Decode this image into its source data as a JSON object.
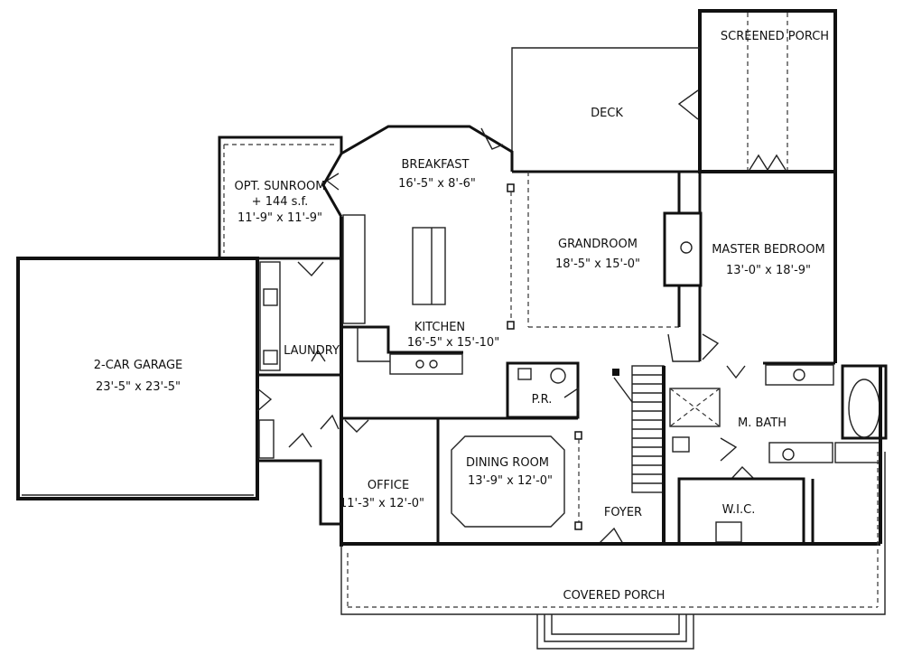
{
  "plan": {
    "rooms": {
      "screened_porch": {
        "name": "SCREENED PORCH"
      },
      "deck": {
        "name": "DECK"
      },
      "sunroom": {
        "name": "OPT. SUNROOM",
        "area": "+ 144 s.f.",
        "dims": "11'-9\" x 11'-9\""
      },
      "breakfast": {
        "name": "BREAKFAST",
        "dims": "16'-5\" x 8'-6\""
      },
      "grandroom": {
        "name": "GRANDROOM",
        "dims": "18'-5\" x 15'-0\""
      },
      "master_bedroom": {
        "name": "MASTER BEDROOM",
        "dims": "13'-0\" x 18'-9\""
      },
      "garage": {
        "name": "2-CAR GARAGE",
        "dims": "23'-5\" x 23'-5\""
      },
      "laundry": {
        "name": "LAUNDRY"
      },
      "kitchen": {
        "name": "KITCHEN",
        "dims": "16'-5\" x 15'-10\""
      },
      "powder_room": {
        "name": "P.R."
      },
      "master_bath": {
        "name": "M. BATH"
      },
      "dining_room": {
        "name": "DINING ROOM",
        "dims": "13'-9\" x 12'-0\""
      },
      "office": {
        "name": "OFFICE",
        "dims": "11'-3\" x 12'-0\""
      },
      "foyer": {
        "name": "FOYER"
      },
      "walk_in_closet": {
        "name": "W.I.C."
      },
      "covered_porch": {
        "name": "COVERED PORCH"
      }
    }
  }
}
